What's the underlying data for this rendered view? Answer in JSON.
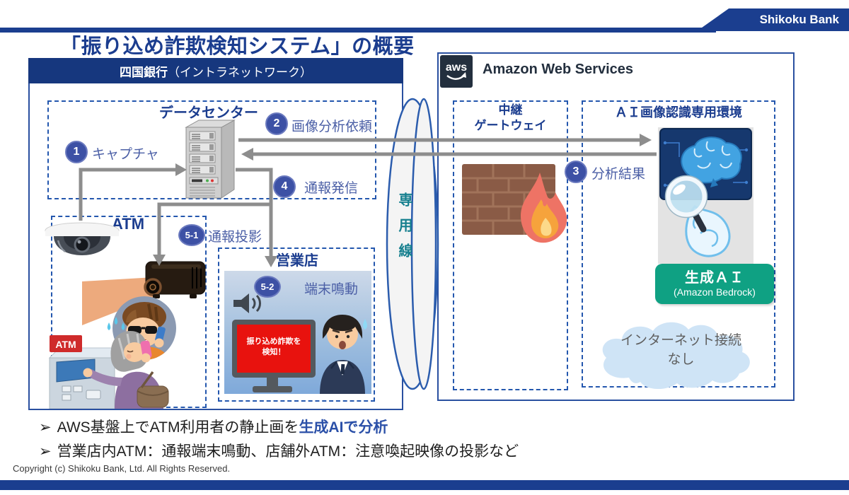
{
  "header": {
    "title": "「振り込め詐欺検知システム」の概要",
    "brand": "Shikoku Bank"
  },
  "bank": {
    "header_bold": "四国銀行",
    "header_rest": "（イントラネットワーク）",
    "datacenter_label": "データセンター",
    "atm_label": "ATM",
    "atm_sign": "ATM",
    "branch_label": "営業店",
    "alert_line1": "振り込め詐欺を",
    "alert_line2": "検知！"
  },
  "steps": [
    {
      "num": "1",
      "label": "キャプチャ"
    },
    {
      "num": "2",
      "label": "画像分析依頼"
    },
    {
      "num": "3",
      "label": "分析結果"
    },
    {
      "num": "4",
      "label": "通報発信"
    },
    {
      "num": "5-1",
      "label": "通報投影"
    },
    {
      "num": "5-2",
      "label": "端末鳴動"
    }
  ],
  "dedicated_line": "専用線",
  "aws": {
    "logo_text": "aws",
    "title": "Amazon Web Services",
    "gateway_line1": "中継",
    "gateway_line2": "ゲートウェイ",
    "ai_env_label": "ＡＩ画像認識専用環境",
    "gen_ai_title": "生成ＡＩ",
    "gen_ai_subtitle": "(Amazon Bedrock)",
    "cloud_line1": "インターネット接続",
    "cloud_line2": "なし"
  },
  "bullet_char": "➢",
  "bullets": [
    {
      "text": "AWS基盤上でATM利用者の静止画を",
      "highlight": "生成AIで分析"
    },
    {
      "text": "営業店内ATM：通報端末鳴動、店舗外ATM：注意喚起映像の投影など",
      "highlight": ""
    }
  ],
  "footer": {
    "copyright": "Copyright (c) Shikoku Bank, Ltd. All Rights Reserved."
  },
  "colors": {
    "brand_blue": "#1b3e8f",
    "box_border_blue": "#2a50a0",
    "dashed_blue": "#2457ae",
    "badge_blue": "#3d51a5",
    "label_blue": "#4b5fa6",
    "arrow_gray": "#8d8d8d",
    "teal_text": "#17808f",
    "gen_ai_green": "#0fa183",
    "alert_red": "#e8120e",
    "aws_navy": "#232f3e"
  }
}
